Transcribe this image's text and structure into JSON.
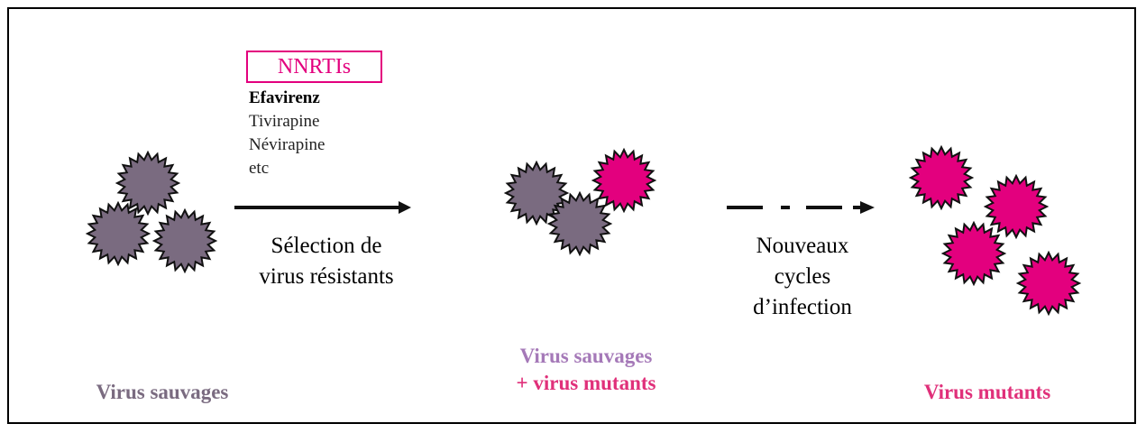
{
  "drug_class": "NNRTIs",
  "drugs": [
    "Efavirenz",
    "Tivirapine",
    "Névirapine",
    "etc"
  ],
  "selection_label": [
    "Sélection de",
    "virus résistants"
  ],
  "cycles_label": [
    "Nouveaux",
    "cycles",
    "d’infection"
  ],
  "captions": {
    "wild": "Virus sauvages",
    "mixed_line1": "Virus sauvages",
    "mixed_line2": "+ virus mutants",
    "mutant": "Virus mutants"
  },
  "colors": {
    "wild": "#7a6b80",
    "mutant": "#e3007e",
    "wild_caption": "#7a6b80",
    "mixed_caption_line1": "#a579b8",
    "mixed_caption_line2": "#e0307a",
    "mutant_caption": "#e0307a"
  }
}
